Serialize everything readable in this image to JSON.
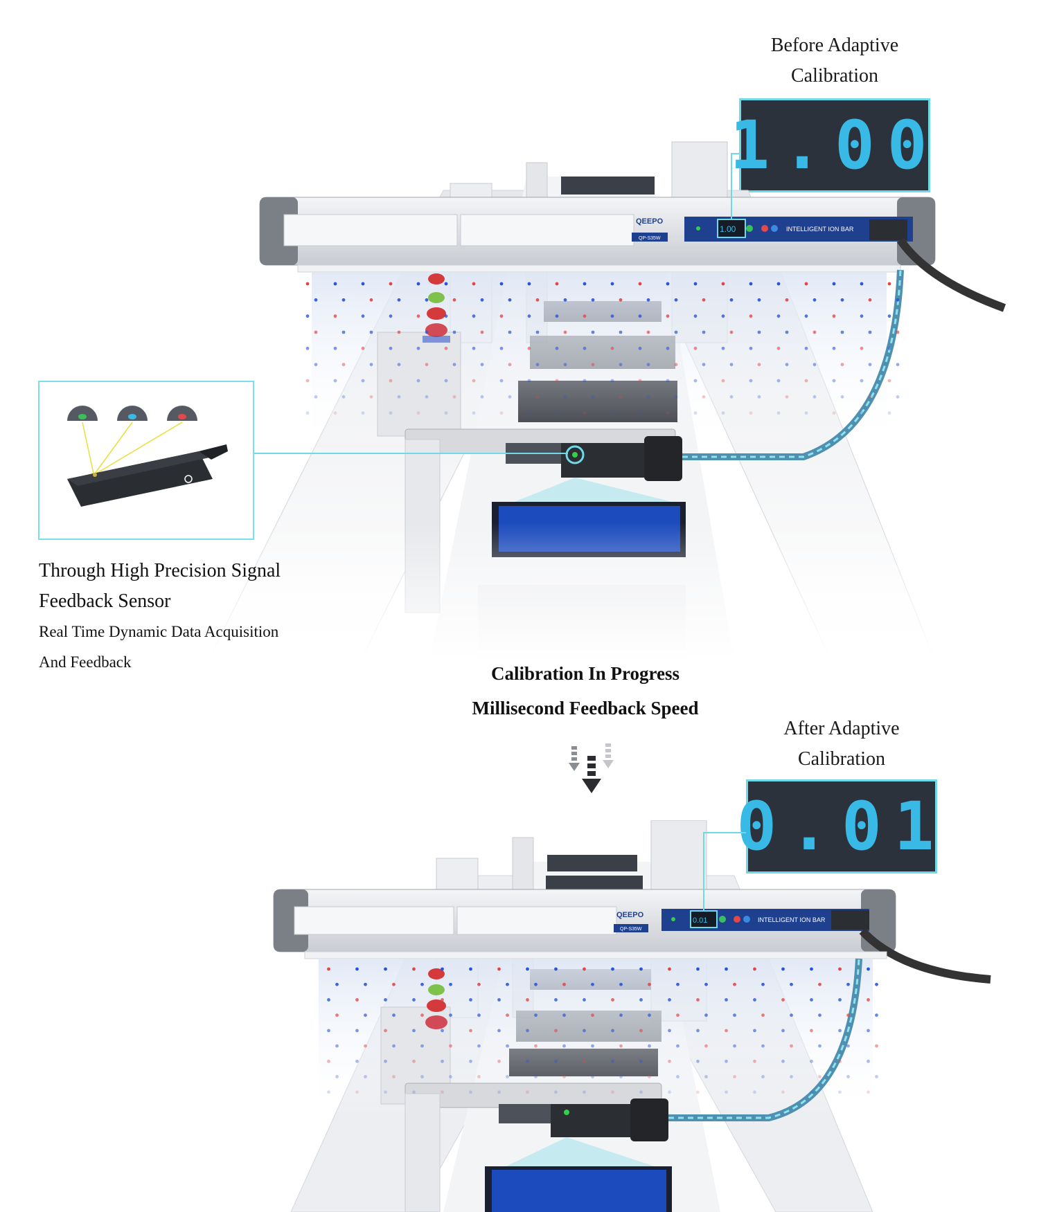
{
  "top": {
    "label_line1": "Before Adaptive",
    "label_line2": "Calibration",
    "readout_value": "1.00",
    "bar_brand": "QEEPO",
    "bar_model": "QP-S35W",
    "bar_display": "1.00",
    "bar_title": "INTELLIGENT ION BAR"
  },
  "sensor_text": {
    "line1": "Through High Precision Signal",
    "line2": "Feedback Sensor",
    "line3": "Real Time Dynamic Data Acquisition",
    "line4": "And Feedback"
  },
  "middle": {
    "line1": "Calibration In Progress",
    "line2": "Millisecond Feedback Speed"
  },
  "bottom": {
    "label_line1": "After Adaptive",
    "label_line2": "Calibration",
    "readout_value": "0.01",
    "bar_brand": "QEEPO",
    "bar_model": "QP-S35W",
    "bar_display": "0.01",
    "bar_title": "INTELLIGENT ION BAR"
  },
  "colors": {
    "accent_cyan": "#6fd9e8",
    "readout_digits": "#38b9e6",
    "readout_bg": "#2c323c",
    "ion_blue": "#2a55d8",
    "ion_red": "#e04848",
    "bar_panel": "#1f3f8f"
  }
}
